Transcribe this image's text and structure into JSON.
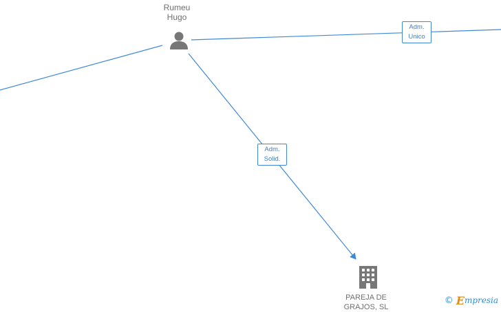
{
  "nodes": {
    "person": {
      "name_line1": "Rumeu",
      "name_line2": "Hugo",
      "icon": "person-icon"
    },
    "company": {
      "name_line1": "PAREJA DE",
      "name_line2": "GRAJOS, SL",
      "icon": "building-icon"
    }
  },
  "edges": {
    "adm_unico": {
      "line1": "Adm.",
      "line2": "Unico"
    },
    "adm_solid": {
      "line1": "Adm.",
      "line2": "Solid."
    }
  },
  "branding": {
    "copyright": "©",
    "initial": "E",
    "rest": "mpresia"
  },
  "colors": {
    "edge": "#3f88d8",
    "node_icon": "#777777",
    "label_text": "#6f6f6f"
  }
}
